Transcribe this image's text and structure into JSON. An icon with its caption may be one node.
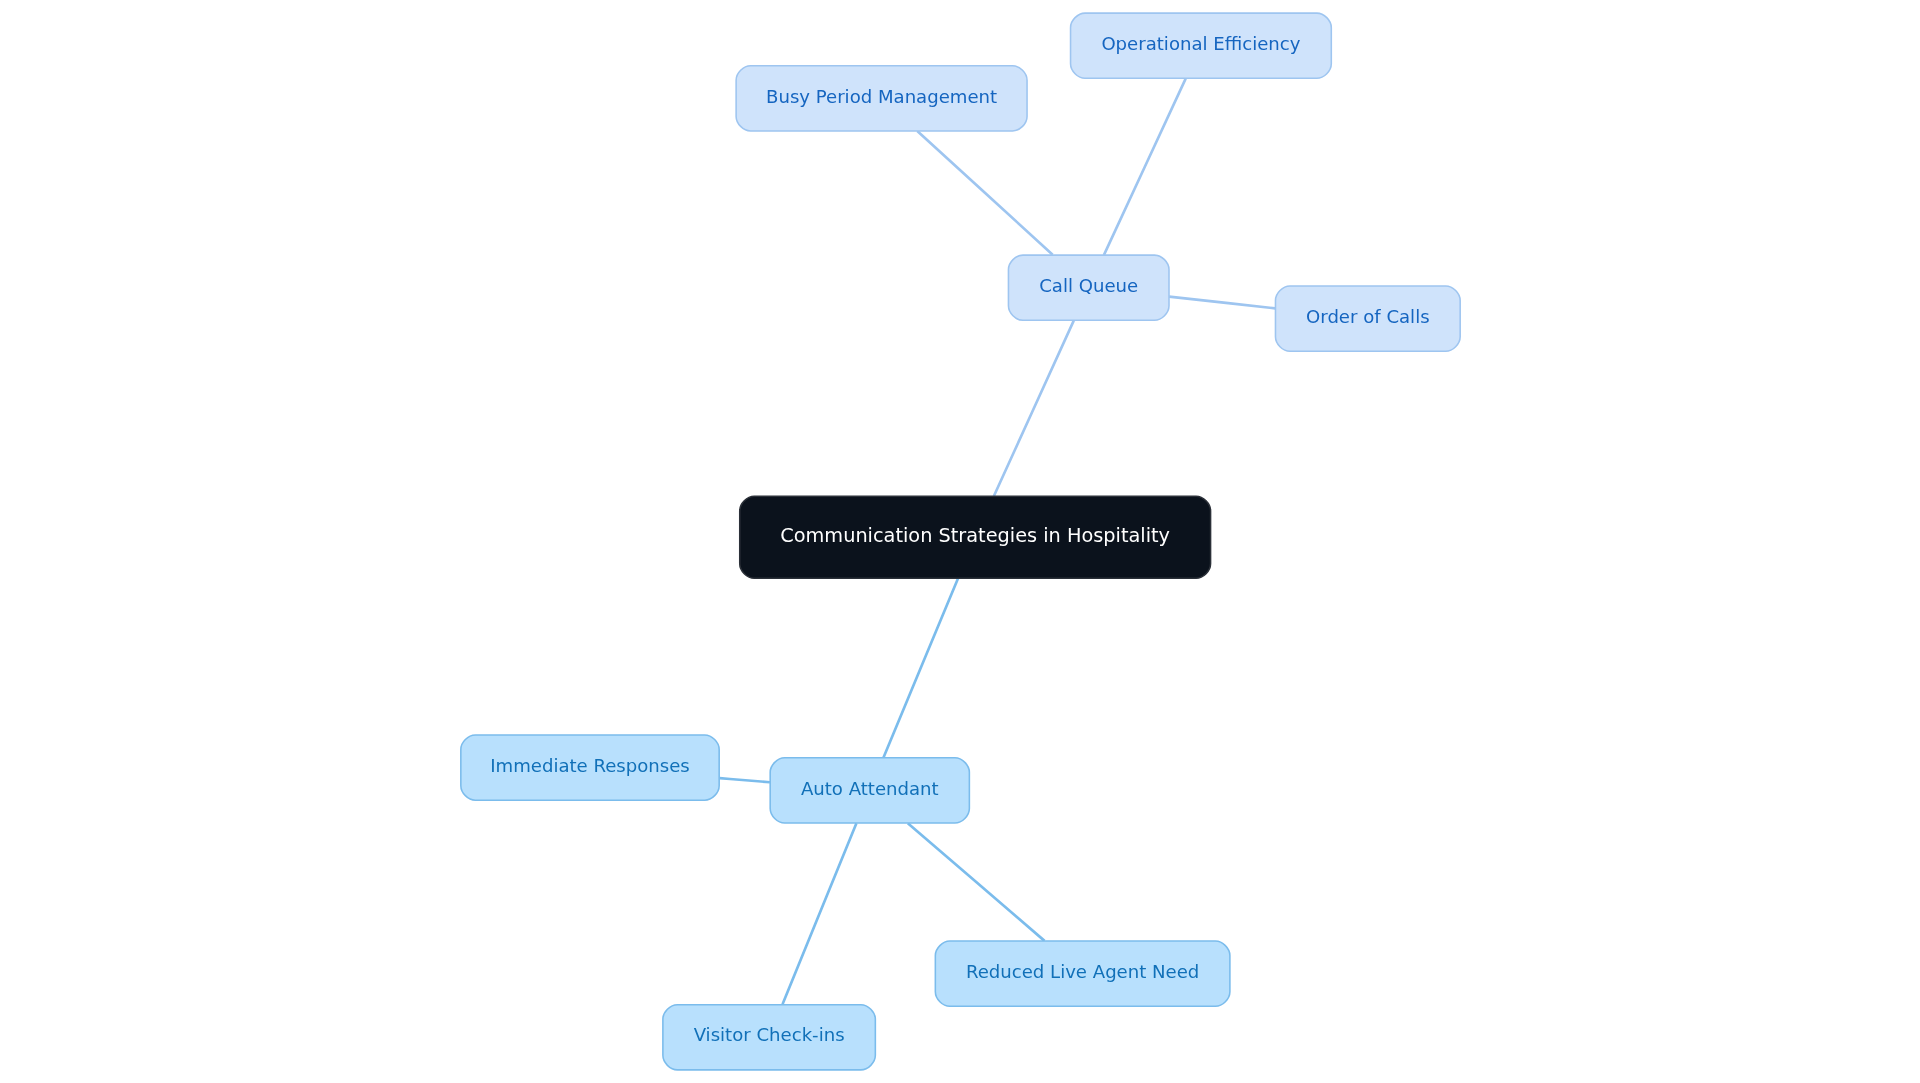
{
  "diagram": {
    "nodes": [
      {
        "text": [
          "Communication Strategies in Hospitality"
        ]
      },
      {
        "text": [
          "Call Queue"
        ]
      },
      {
        "text": [
          "Order of Calls"
        ]
      },
      {
        "text": [
          "Busy Period Management"
        ]
      },
      {
        "text": [
          "Operational Efficiency"
        ]
      },
      {
        "text": [
          "Auto Attendant"
        ]
      },
      {
        "text": [
          "Immediate Responses"
        ]
      },
      {
        "text": [
          "Reduced Live Agent Need"
        ]
      },
      {
        "text": [
          "Visitor Check-ins"
        ]
      }
    ],
    "edges": [
      {
        "from": 0,
        "to": 1,
        "arrow": "none",
        "color": "#9ec5f0"
      },
      {
        "from": 1,
        "to": 2,
        "arrow": "none",
        "color": "#9ec5f0"
      },
      {
        "from": 1,
        "to": 3,
        "arrow": "none",
        "color": "#9ec5f0"
      },
      {
        "from": 1,
        "to": 4,
        "arrow": "none",
        "color": "#9ec5f0"
      },
      {
        "from": 0,
        "to": 5,
        "arrow": "none",
        "color": "#7bbcec"
      },
      {
        "from": 5,
        "to": 6,
        "arrow": "none",
        "color": "#7bbcec"
      },
      {
        "from": 5,
        "to": 7,
        "arrow": "none",
        "color": "#7bbcec"
      },
      {
        "from": 5,
        "to": 8,
        "arrow": "none",
        "color": "#7bbcec"
      }
    ]
  }
}
